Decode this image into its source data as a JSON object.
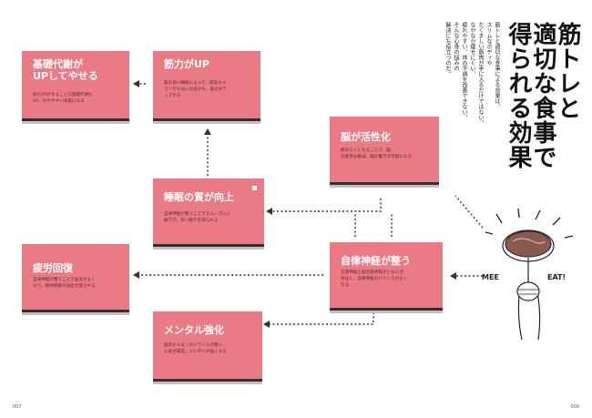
{
  "title": "筋トレと\n適切な食事で\n得られる効果",
  "intro": "筋トレと適切な食事による効果は、\nスリムなボディや\nたくましい筋肉が手に入るだけではない。\nなかなか痩せにくい、\n疲れやすい、体の不調を改善できない、\nそんな心身の悩みの\n解決にも役立つのだ。",
  "cards": {
    "kiso": {
      "title": "基礎代謝が\nUPしてやせる",
      "desc": "筋力がUPすることで基礎代謝も\nUP。やせやすい体質になる"
    },
    "kinryoku": {
      "title": "筋力がUP",
      "desc": "質の良い睡眠によって、成長ホル\nモンが十分に分泌され、筋力がア\nップする"
    },
    "nou": {
      "title": "脳が活性化",
      "desc": "疲れにくくなることで、脳\nの疲労も軽減。脳の働きが活発になる"
    },
    "suimin": {
      "title": "睡眠の質が向上",
      "desc": "自律神経が整うことでスムーズに入\n眠でき、深い眠りを得られる"
    },
    "hirou": {
      "title": "疲労回復",
      "desc": "自律神経が整うことで血流がよく\nなり、疲労物質の排出が促される"
    },
    "jiritsu": {
      "title": "自律神経が整う",
      "desc": "交感神経と副交感神経がともに活\n性化し、自律神経のバランスがよく\nなる"
    },
    "mental": {
      "title": "メンタル強化",
      "desc": "脳内ホルモンのバランスが整い、\n心身が安定。メンタルが強くなる"
    }
  },
  "illustration": {
    "left_text": "MEE",
    "right_text": "EAT!"
  },
  "page_numbers": {
    "left": "007",
    "right": "008"
  }
}
